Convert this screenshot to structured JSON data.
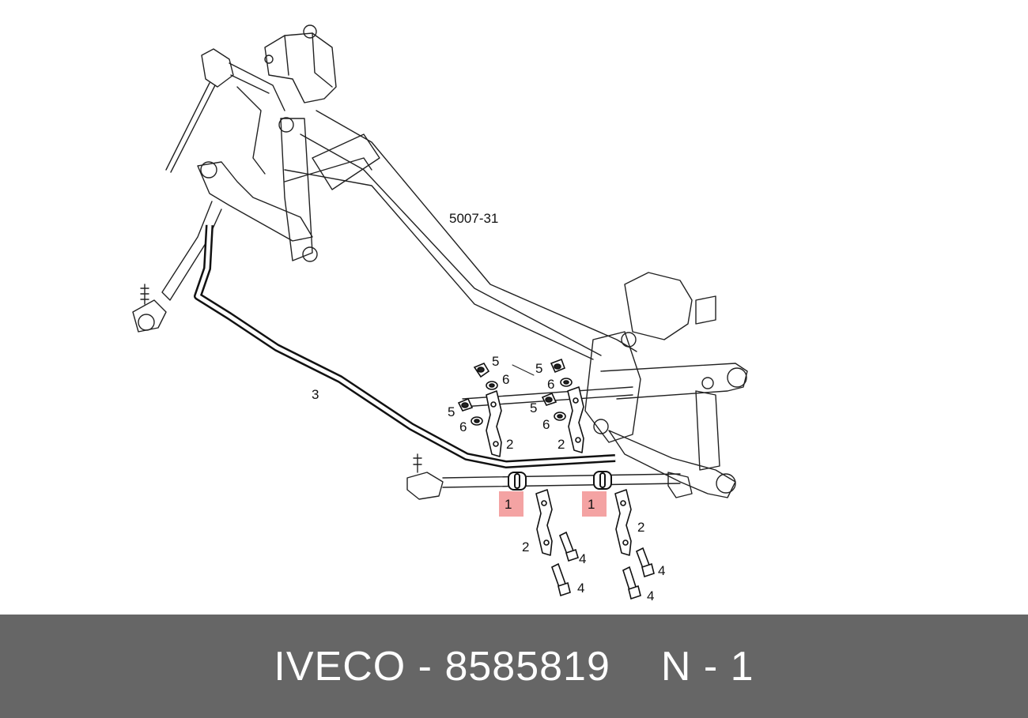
{
  "diagram": {
    "reference": "5007-31",
    "callouts": {
      "part1": "1",
      "part2": "2",
      "part3": "3",
      "part4": "4",
      "part5": "5",
      "part6": "6"
    },
    "highlight_color": "#f4a3a3"
  },
  "footer": {
    "brand_part": "IVECO - 8585819",
    "qty": "N - 1",
    "background": "#666666"
  }
}
